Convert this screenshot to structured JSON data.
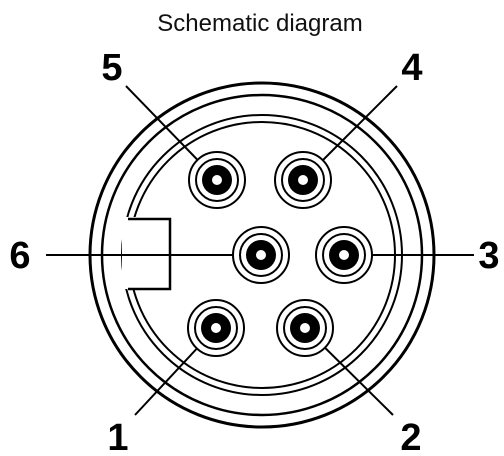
{
  "title": "Schematic diagram",
  "pins": [
    {
      "label": "1"
    },
    {
      "label": "2"
    },
    {
      "label": "3"
    },
    {
      "label": "4"
    },
    {
      "label": "5"
    },
    {
      "label": "6"
    }
  ]
}
